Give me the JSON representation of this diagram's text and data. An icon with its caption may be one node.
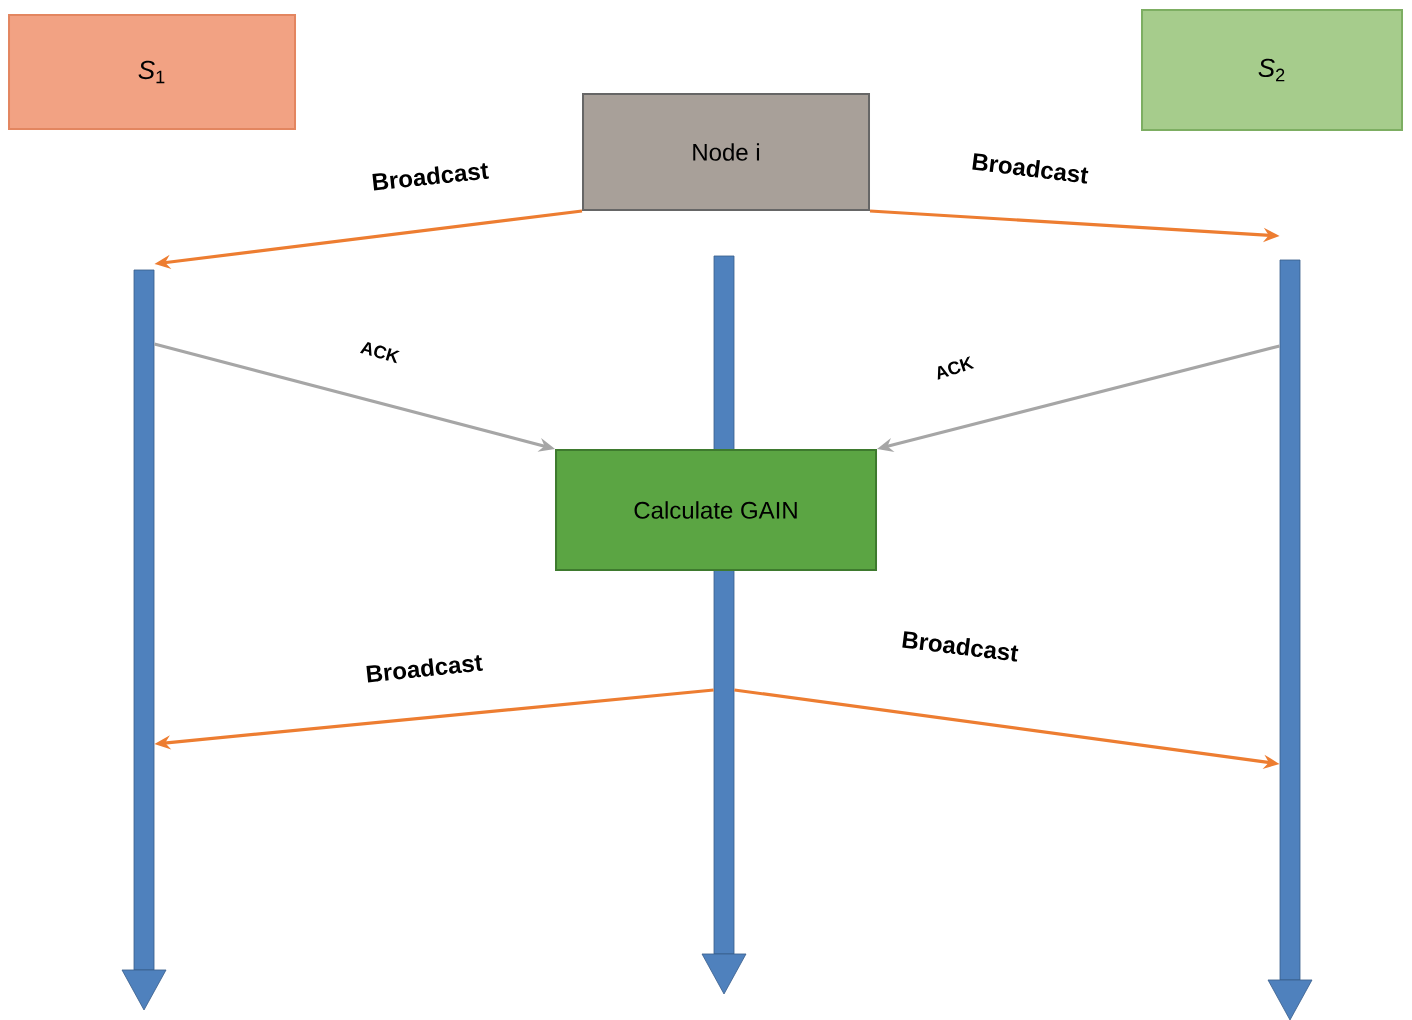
{
  "diagram": {
    "nodes": [
      {
        "text": [
          "*S*$_{1}$"
        ]
      },
      {
        "text": [
          "Node i"
        ]
      },
      {
        "text": [
          "*S*$_{2}$"
        ]
      },
      {
        "text": [
          "Calculate GAIN"
        ]
      },
      {
        "text": [],
        "shape": "bar"
      },
      {
        "text": [],
        "shape": "bar"
      },
      {
        "text": [],
        "shape": "bar"
      },
      {
        "text": [],
        "shape": "bar"
      }
    ],
    "edges": [
      {
        "from": 1,
        "to": 4,
        "arrow": "to",
        "label": "Broadcast"
      },
      {
        "from": 1,
        "to": 7,
        "arrow": "to",
        "label": "Broadcast"
      },
      {
        "from": 4,
        "to": 3,
        "arrow": "to",
        "label": "ACK",
        "color": "#a6a6a6"
      },
      {
        "from": 7,
        "to": 3,
        "arrow": "to",
        "label": "ACK",
        "color": "#a6a6a6"
      },
      {
        "from": 6,
        "to": 4,
        "arrow": "to",
        "label": "Broadcast"
      },
      {
        "from": 6,
        "to": 7,
        "arrow": "to",
        "label": "Broadcast"
      }
    ]
  }
}
